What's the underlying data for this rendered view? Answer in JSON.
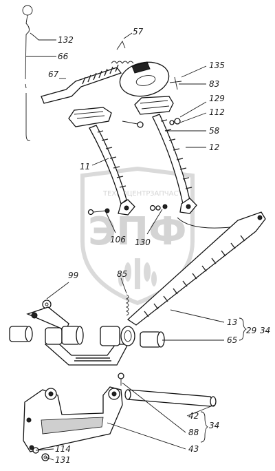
{
  "watermark": {
    "text_left": "ТЕХНОЦЕНТР",
    "text_right": "ЗАПЧАСТИ",
    "logo": "ЭПФ"
  },
  "labels": {
    "l132": "132",
    "l66": "66",
    "l57": "57",
    "l67": "67",
    "l135": "135",
    "l83": "83",
    "l129": "129",
    "l112": "112",
    "l58": "58",
    "l12": "12",
    "l11": "11",
    "l106": "106",
    "l130": "130",
    "l99": "99",
    "l85": "85",
    "l13": "13",
    "l65": "65",
    "l29": "29",
    "l34a": "34",
    "l42": "42",
    "l88": "88",
    "l34b": "34",
    "l43": "43",
    "l114": "114",
    "l131": "131"
  }
}
